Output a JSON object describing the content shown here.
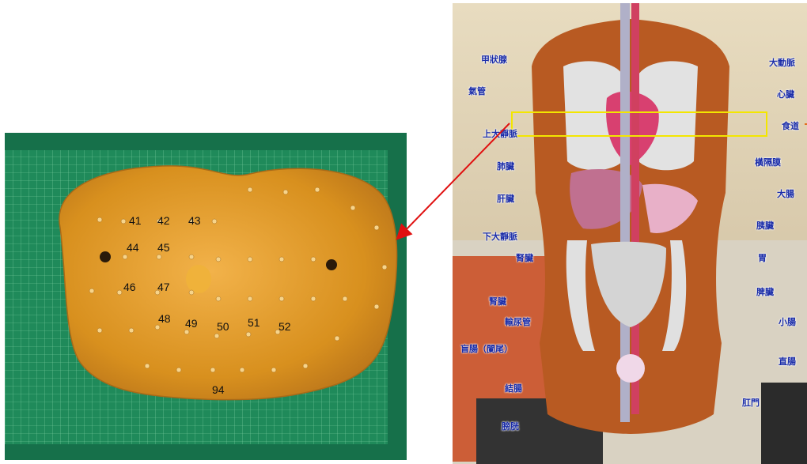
{
  "left_photo": {
    "position_numbers": [
      "41",
      "42",
      "43",
      "44",
      "45",
      "46",
      "47",
      "48",
      "49",
      "50",
      "51",
      "52",
      "94"
    ]
  },
  "right_photo": {
    "organ_labels": {
      "thyroid": "甲狀腺",
      "trachea": "氣管",
      "svc": "上大靜脈",
      "lung": "肺臟",
      "liver": "肝臟",
      "ivc": "下大靜脈",
      "adrenal": "腎臟",
      "kidney": "腎臟",
      "ureter": "輸尿管",
      "appendix": "盲腸（闌尾）",
      "colon": "結腸",
      "bladder": "膀胱",
      "aorta": "大動脈",
      "heart": "心臟",
      "esophagus": "食道",
      "diaphragm": "橫隔膜",
      "large_intestine": "大腸",
      "pancreas": "胰臟",
      "stomach": "胃",
      "spleen": "脾臟",
      "small_intestine": "小腸",
      "rectum": "直腸",
      "anus": "肛門"
    }
  },
  "colors": {
    "cutting_mat": "#1f8a5a",
    "phantom_slice": "#d8901e",
    "highlight_box": "#f3e600",
    "arrow": "#e01010",
    "label_text": "#1a2ca8"
  }
}
